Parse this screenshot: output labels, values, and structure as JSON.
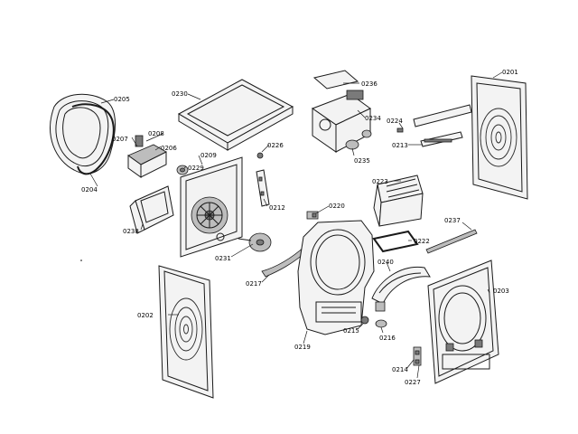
{
  "labels": {
    "p0201": "0201",
    "p0202": "0202",
    "p0203": "0203",
    "p0204": "0204",
    "p0205": "0205",
    "p0206": "0206",
    "p0207": "0207",
    "p0208": "0208",
    "p0209": "0209",
    "p0212": "0212",
    "p0213": "0213",
    "p0214": "0214",
    "p0215": "0215",
    "p0216": "0216",
    "p0217": "0217",
    "p0219": "0219",
    "p0220": "0220",
    "p0222": "0222",
    "p0223": "0223",
    "p0224": "0224",
    "p0226": "0226",
    "p0227": "0227",
    "p0229": "0229",
    "p0230": "0230",
    "p0231": "0231",
    "p0234": "0234",
    "p0235": "0235",
    "p0236": "0236",
    "p0237": "0237",
    "p0238": "0238",
    "p0240": "0240"
  }
}
